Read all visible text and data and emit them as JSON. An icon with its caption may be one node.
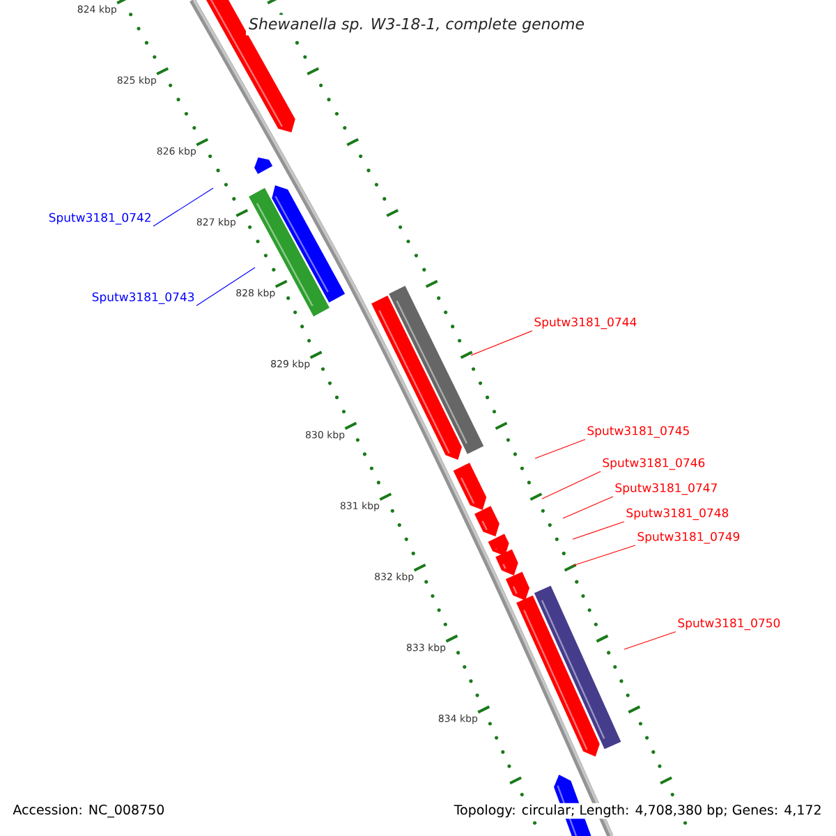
{
  "diagram": {
    "title": "Shewanella sp. W3-18-1, complete genome",
    "nodes": [
      {
        "text": [
          "Sputw3181_0742"
        ]
      },
      {
        "text": [
          "Sputw3181_0743"
        ]
      },
      {
        "text": [
          "Sputw3181_0744"
        ]
      },
      {
        "text": [
          "Sputw3181_0745"
        ]
      },
      {
        "text": [
          "Sputw3181_0746"
        ]
      },
      {
        "text": [
          "Sputw3181_0747"
        ]
      },
      {
        "text": [
          "Sputw3181_0748"
        ]
      },
      {
        "text": [
          "Sputw3181_0749"
        ]
      },
      {
        "text": [
          "Sputw3181_0750"
        ]
      }
    ],
    "edges": [
      {
        "from": 0,
        "to": null,
        "arrow": "none",
        "color": "#0000ff"
      },
      {
        "from": 1,
        "to": null,
        "arrow": "none",
        "color": "#0000ff"
      },
      {
        "from": 2,
        "to": null,
        "arrow": "none"
      },
      {
        "from": 3,
        "to": null,
        "arrow": "none"
      },
      {
        "from": 4,
        "to": null,
        "arrow": "none"
      },
      {
        "from": 5,
        "to": null,
        "arrow": "none"
      },
      {
        "from": 6,
        "to": null,
        "arrow": "none"
      },
      {
        "from": 7,
        "to": null,
        "arrow": "none"
      },
      {
        "from": 8,
        "to": null,
        "arrow": "none"
      }
    ],
    "labels": [
      "824 kbp",
      "825 kbp",
      "826 kbp",
      "827 kbp",
      "828 kbp",
      "829 kbp",
      "830 kbp",
      "831 kbp",
      "832 kbp",
      "833 kbp",
      "834 kbp",
      "Accession: NC_008750",
      "Topology: circular; Length: 4,708,380 bp; Genes: 4,172"
    ]
  }
}
